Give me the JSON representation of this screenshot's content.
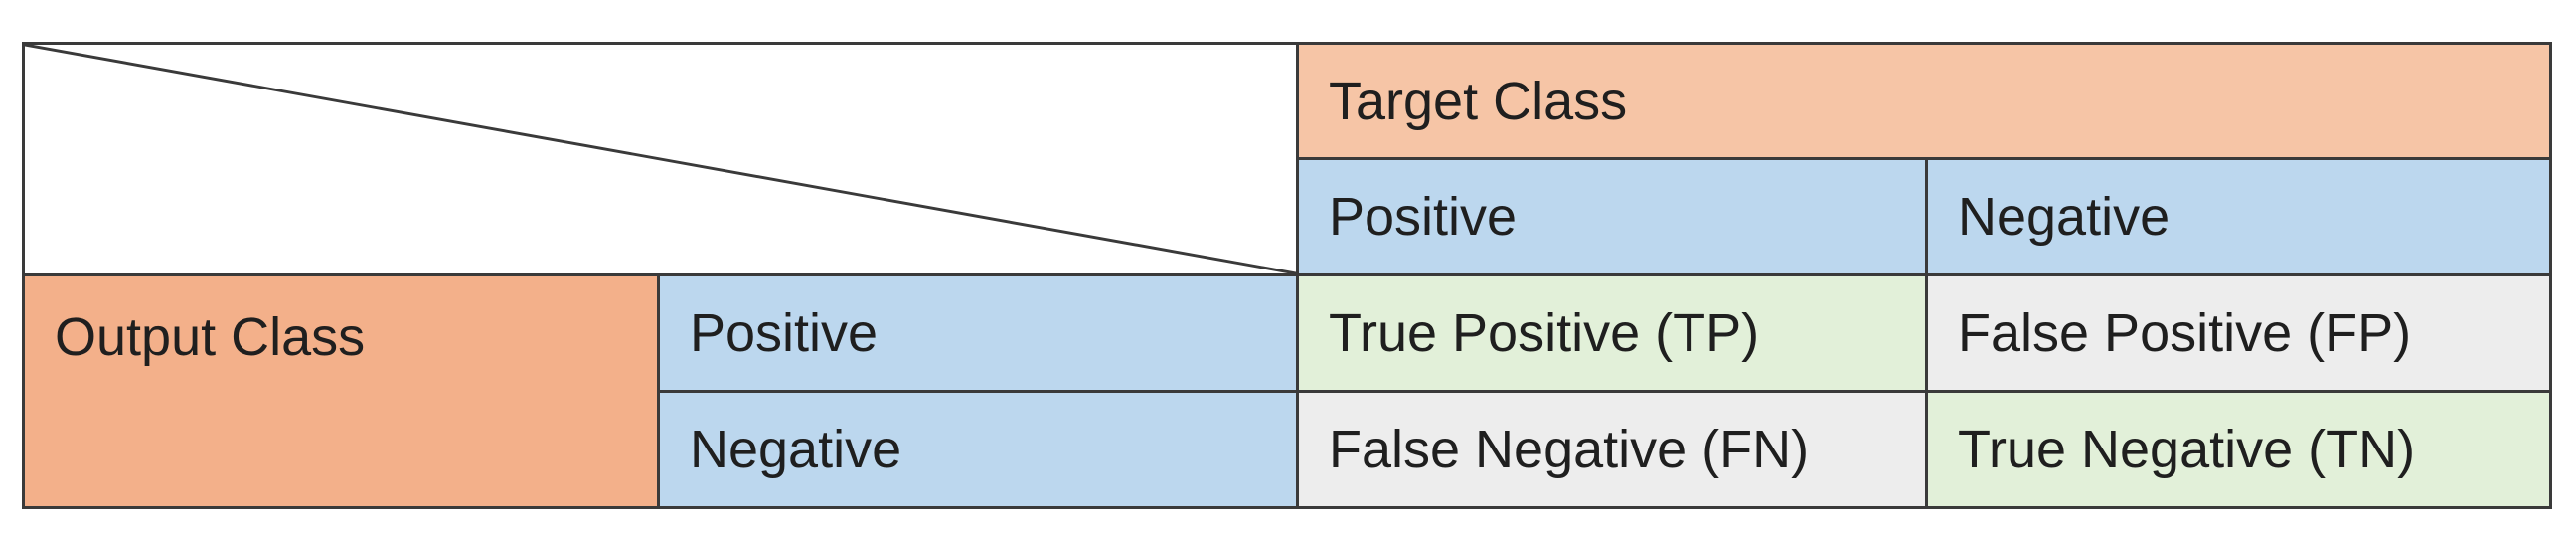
{
  "matrix": {
    "target_class_label": "Target Class",
    "output_class_label": "Output Class",
    "target_positive": "Positive",
    "target_negative": "Negative",
    "output_positive": "Positive",
    "output_negative": "Negative",
    "true_positive": "True Positive (TP)",
    "false_positive": "False Positive (FP)",
    "false_negative": "False Negative (FN)",
    "true_negative": "True Negative (TN)"
  },
  "colors": {
    "class_header": "#f6c5a6",
    "output_header": "#f3b08a",
    "value_header": "#bcd7ee",
    "correct_cell": "#e2f0d9",
    "incorrect_cell": "#ededed",
    "border": "#3a3a3a"
  }
}
